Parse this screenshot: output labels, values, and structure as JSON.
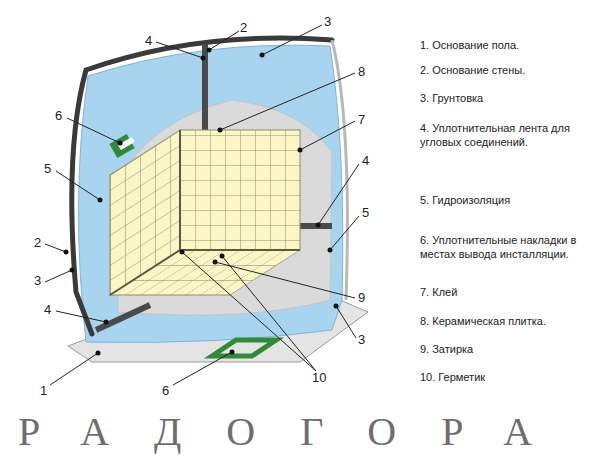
{
  "diagram": {
    "labels": [
      "6",
      "4",
      "2",
      "3",
      "8",
      "7",
      "5",
      "4",
      "5",
      "2",
      "3",
      "4",
      "9",
      "3",
      "1",
      "6",
      "10",
      "1. Основание пола.",
      "2. Основание стены.",
      "3. Грунтовка",
      "4. Уплотнительная лента для угловых соединений.",
      "5. Гидроизоляция",
      "6. Уплотнительные накладки в местах вывода инсталляции.",
      "7. Клей",
      "8. Керамическая плитка.",
      "9. Затирка",
      "10. Герметик",
      "РАДОГОРА"
    ]
  }
}
